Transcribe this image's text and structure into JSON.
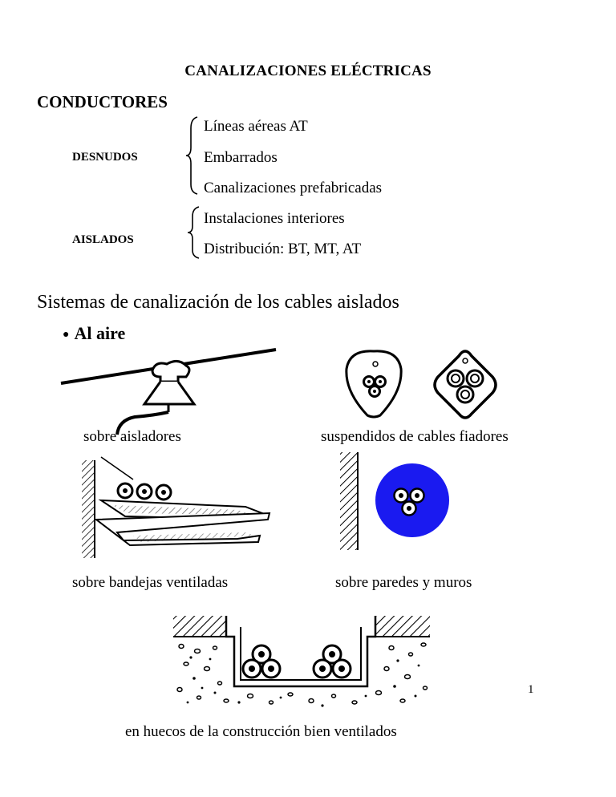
{
  "title": "CANALIZACIONES ELÉCTRICAS",
  "conductores": {
    "heading": "CONDUCTORES",
    "desnudos": {
      "label": "DESNUDOS",
      "items": [
        "Líneas aéreas AT",
        "Embarrados",
        "Canalizaciones prefabricadas"
      ]
    },
    "aislados": {
      "label": "AISLADOS",
      "items": [
        "Instalaciones interiores",
        "Distribución: BT, MT, AT"
      ]
    }
  },
  "section_title": "Sistemas de canalización de los cables aislados",
  "bullet": "Al aire",
  "figures": {
    "aisladores": "sobre aisladores",
    "fiadores": "suspendidos de cables fiadores",
    "bandejas": "sobre bandejas ventiladas",
    "paredes": "sobre paredes y muros",
    "huecos": "en huecos de la construcción bien ventilados"
  },
  "page_number": "1",
  "colors": {
    "text": "#000000",
    "wall_blue": "#1a1af0"
  }
}
